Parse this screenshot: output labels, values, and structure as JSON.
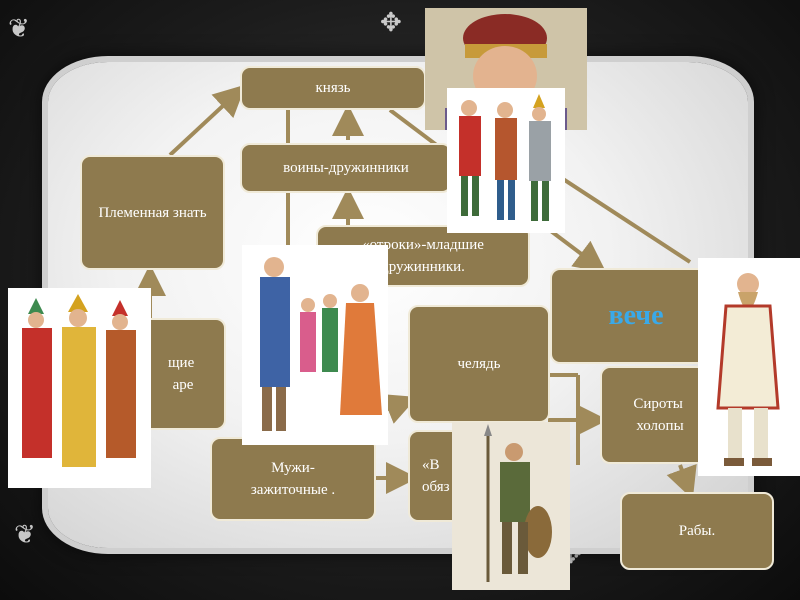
{
  "nodes": {
    "prince": "князь",
    "warriors": "воины-дружинники",
    "tribal_nobility": "Племенная знать",
    "junior_warriors": "«отроки»-младшие дружинники.",
    "boyars": "щие \nаре",
    "veche": "вече",
    "servants": "челядь",
    "orphans": "Сироты \nхолопы",
    "wealthy_men": "Мужи-\nзажиточные .",
    "obligated": "«В \nобяз",
    "slaves": "Рабы."
  },
  "colors": {
    "box_fill": "#8e7a4e",
    "box_border": "#f0ead8",
    "arrow": "#a08a5a",
    "veche_text": "#3aa9e8"
  }
}
